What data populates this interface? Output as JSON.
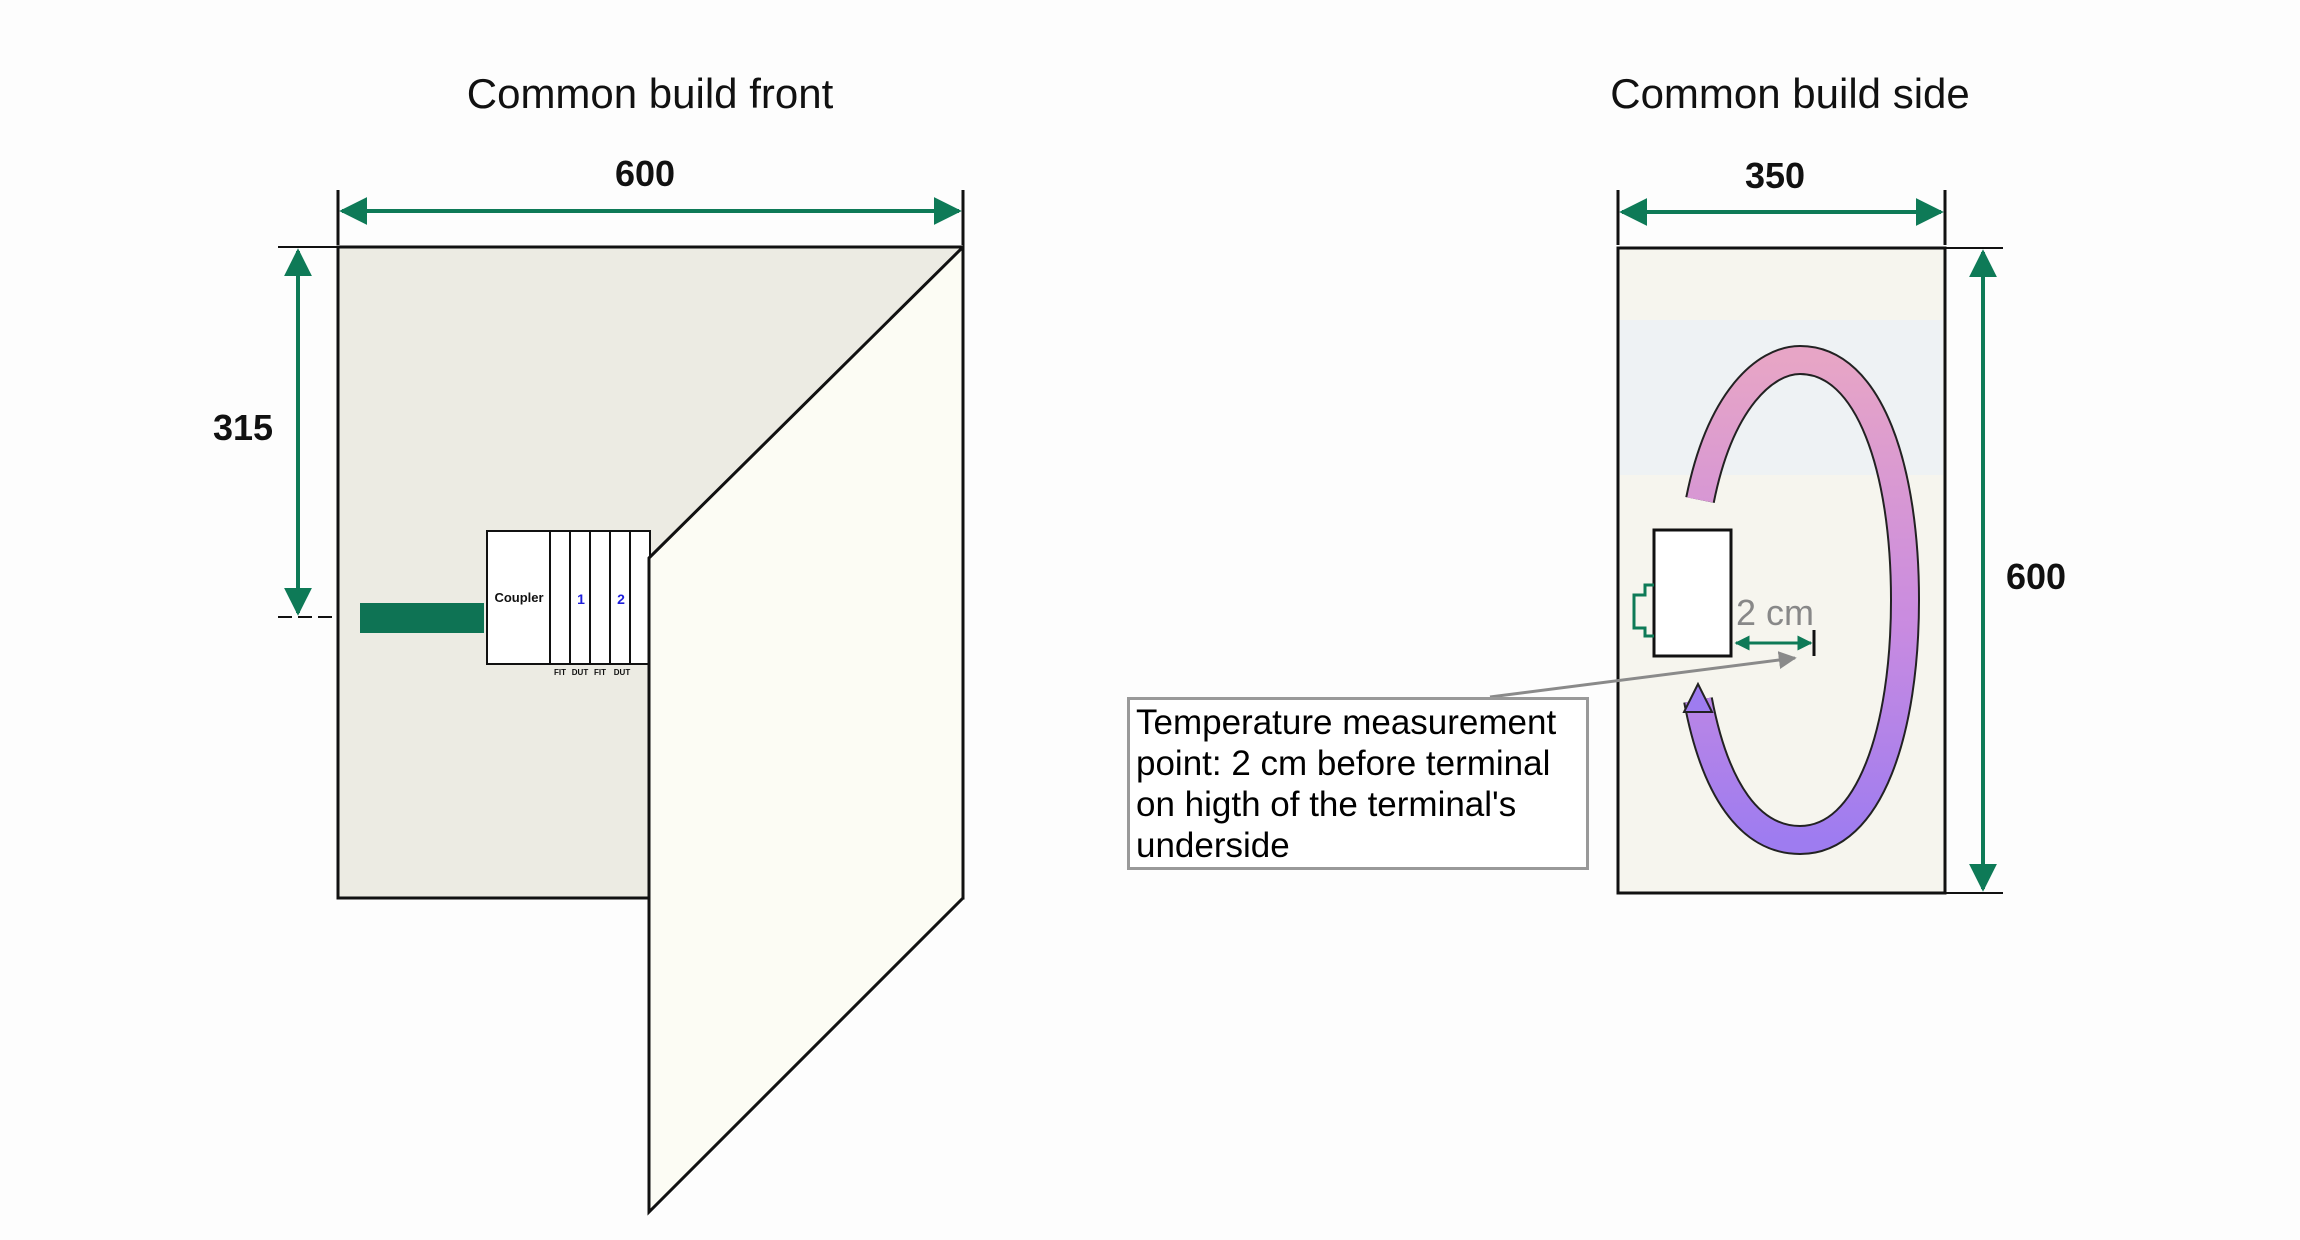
{
  "front": {
    "title": "Common build front",
    "width_label": "600",
    "height_label": "315",
    "coupler_label": "Coupler",
    "slot_numbers": [
      "1",
      "2"
    ],
    "slot_types": [
      "FIT",
      "DUT",
      "FIT",
      "DUT"
    ]
  },
  "side": {
    "title": "Common build side",
    "width_label": "350",
    "height_label": "600",
    "distance_label": "2 cm",
    "note": "Temperature measurement\npoint: 2 cm before terminal\non higth of the terminal's\nunderside"
  },
  "colors": {
    "dimension": "#0e7a57",
    "rail": "#0e7354",
    "back_wall": "#ecebe3",
    "door": "#fcfcf4",
    "airflow_top": "#e7a5c6",
    "airflow_bottom": "#9e7cf0"
  }
}
